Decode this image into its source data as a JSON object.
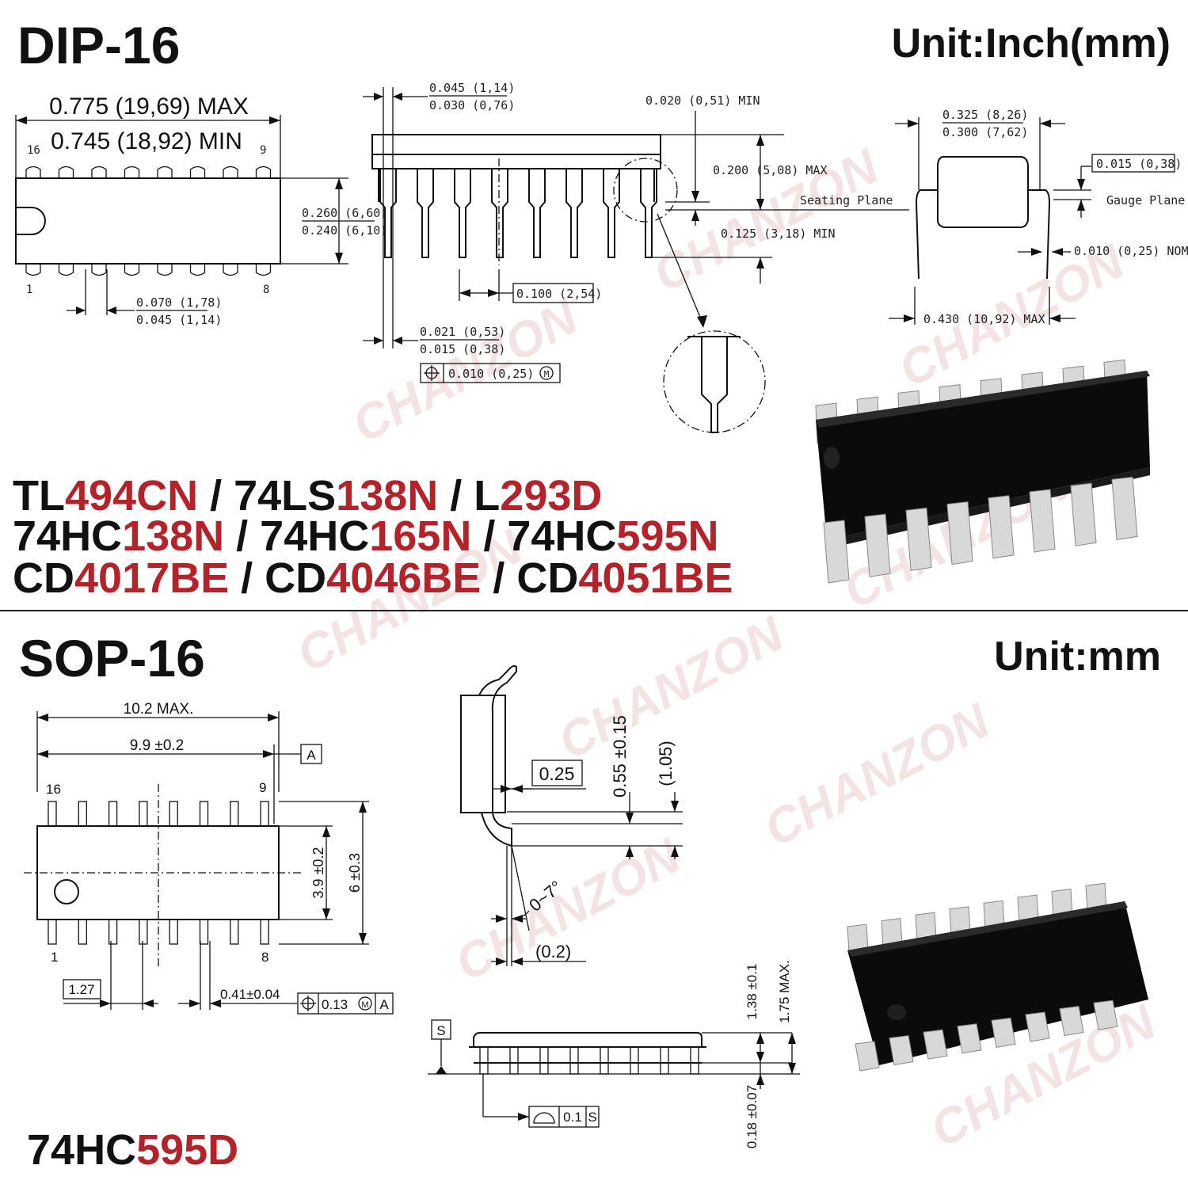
{
  "watermark": "CHANZON",
  "colors": {
    "accent_red": "#b4232a",
    "text_black": "#111111",
    "chip_body": "#0b0b0b",
    "pin_silver": "#d8d8d8"
  },
  "dip": {
    "title": "DIP-16",
    "unit": "Unit:Inch(mm)",
    "top_view": {
      "len_max": "0.775 (19,69) MAX",
      "len_min": "0.745 (18,92) MIN",
      "pin16": "16",
      "pin9": "9",
      "pin1": "1",
      "pin8": "8",
      "width_a": "0.260 (6,60)",
      "width_b": "0.240 (6,10)",
      "pad_a": "0.070 (1,78)",
      "pad_b": "0.045 (1,14)"
    },
    "side_view": {
      "shoulder_a": "0.045 (1,14)",
      "shoulder_b": "0.030 (0,76)",
      "standoff_min": "0.020 (0,51) MIN",
      "height_max": "0.200 (5,08) MAX",
      "seating_plane": "Seating Plane",
      "lead_min": "0.125 (3,18) MIN",
      "pitch": "0.100 (2,54)",
      "lead_w_a": "0.021 (0,53)",
      "lead_w_b": "0.015 (0,38)",
      "tolerance": "0.010 (0,25)",
      "tol_mod": "M"
    },
    "end_view": {
      "row_a": "0.325 (8,26)",
      "row_b": "0.300 (7,62)",
      "gauge_box": "0.015 (0,38)",
      "gauge_plane": "Gauge Plane",
      "lead_thick": "0.010 (0,25) NOM",
      "spread_max": "0.430 (10,92) MAX"
    },
    "parts": [
      [
        {
          "t": "TL",
          "c": "k"
        },
        {
          "t": "494CN",
          "c": "r"
        },
        {
          "t": " / ",
          "c": "k"
        },
        {
          "t": "74LS",
          "c": "k"
        },
        {
          "t": "138N",
          "c": "r"
        },
        {
          "t": " / ",
          "c": "k"
        },
        {
          "t": "L",
          "c": "k"
        },
        {
          "t": "293D",
          "c": "r"
        }
      ],
      [
        {
          "t": "74HC",
          "c": "k"
        },
        {
          "t": "138N",
          "c": "r"
        },
        {
          "t": " / 74HC",
          "c": "k"
        },
        {
          "t": "165N",
          "c": "r"
        },
        {
          "t": " / 74HC",
          "c": "k"
        },
        {
          "t": "595N",
          "c": "r"
        }
      ],
      [
        {
          "t": "CD",
          "c": "k"
        },
        {
          "t": "4017BE",
          "c": "r"
        },
        {
          "t": " / CD",
          "c": "k"
        },
        {
          "t": "4046BE",
          "c": "r"
        },
        {
          "t": " / CD",
          "c": "k"
        },
        {
          "t": "4051BE",
          "c": "r"
        }
      ]
    ]
  },
  "sop": {
    "title": "SOP-16",
    "unit": "Unit:mm",
    "top_view": {
      "len_max": "10.2 MAX.",
      "len": "9.9 ±0.2",
      "datum_a": "A",
      "pin16": "16",
      "pin9": "9",
      "pin1": "1",
      "pin8": "8",
      "body_w": "3.9 ±0.2",
      "overall_w": "6 ±0.3",
      "pitch": "1.27",
      "lead_w": "0.41±0.04",
      "tol": "0.13",
      "tol_mod": "M",
      "tol_ref": "A"
    },
    "profile_view": {
      "gauge": "0.25",
      "foot": "0.55 ±0.15",
      "foot_ref": "(1.05)",
      "angle": "0~7°",
      "thick": "(0.2)"
    },
    "side_view": {
      "datum_s": "S",
      "body_h": "1.38 ±0.1",
      "max_h": "1.75 MAX.",
      "standoff": "0.18 ±0.07",
      "coplanarity": "0.1",
      "coplanarity_ref": "S"
    },
    "parts": [
      [
        {
          "t": "74HC",
          "c": "k"
        },
        {
          "t": "595D",
          "c": "r"
        }
      ]
    ]
  }
}
